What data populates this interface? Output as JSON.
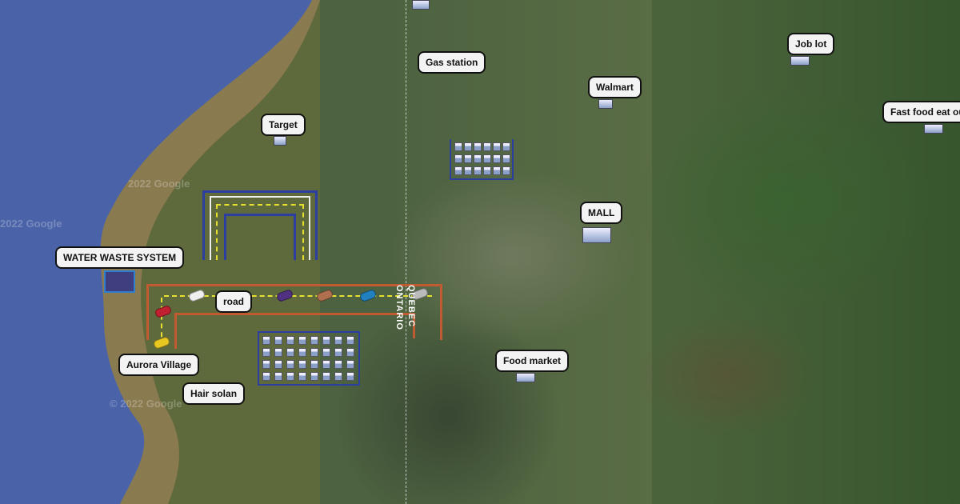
{
  "map": {
    "labels": {
      "gas_station": "Gas station",
      "walmart": "Walmart",
      "job_lot": "Job lot",
      "fast_food": "Fast food eat ou",
      "target": "Target",
      "mall": "MALL",
      "water_waste": "WATER WASTE SYSTEM",
      "road": "road",
      "aurora_village": "Aurora Village",
      "hair_salon": "Hair solan",
      "food_market": "Food market"
    },
    "region_labels": {
      "quebec": "QUEBEC",
      "ontario": "ONTARIO"
    },
    "watermarks": [
      "2022 Google",
      "© 2022 Google",
      "2022 Google"
    ],
    "colors": {
      "water": "#4a63a8",
      "road": "#c05a30",
      "border": "#2c3fa0",
      "lane": "#e8e030"
    }
  }
}
